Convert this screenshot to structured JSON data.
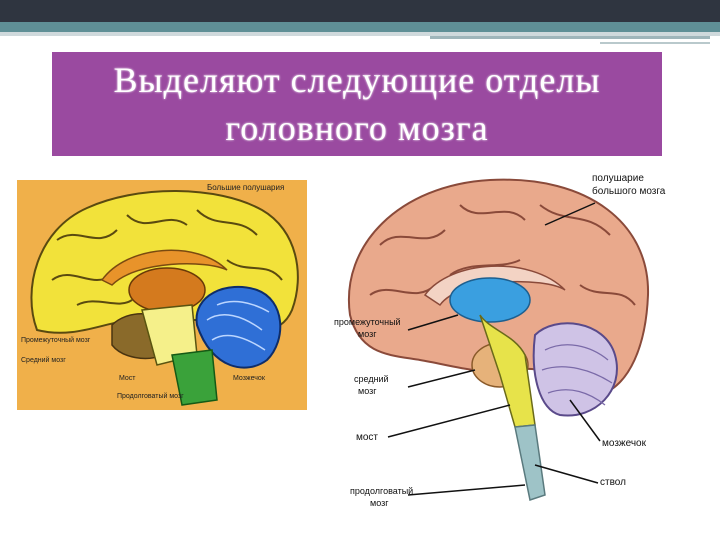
{
  "title": "Выделяют следующие отделы\nголовного мозга",
  "left_diagram": {
    "labels": {
      "hemispheres": "Большие полушария",
      "diencephalon": "Промежуточный мозг",
      "midbrain": "Средний мозг",
      "pons": "Мост",
      "cerebellum": "Мозжечок",
      "medulla": "Продолговатый мозг"
    }
  },
  "right_diagram": {
    "labels": {
      "hemisphere": "полушарие большого мозга",
      "diencephalon": "промежуточный мозг",
      "midbrain": "средний мозг",
      "pons": "мост",
      "cerebellum": "мозжечок",
      "stem": "ствол",
      "medulla": "продолговатый мозг"
    }
  },
  "colors": {
    "title_bg": "#9a4aa0",
    "left_bg": "#f0b04a",
    "cortex_left": "#f2e23a",
    "cortex_right": "#e9a98c",
    "cerebellum_left": "#2f6fd6",
    "cerebellum_right": "#cfc3e6"
  }
}
